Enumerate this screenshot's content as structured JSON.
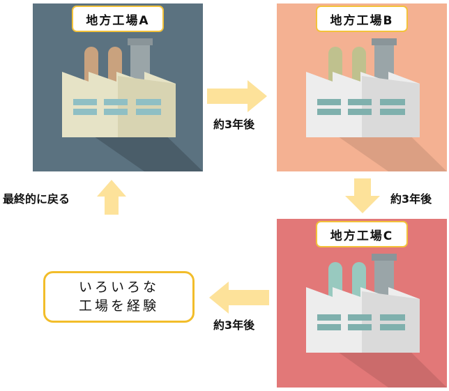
{
  "factories": [
    {
      "label": "地方工場A",
      "bg": "#5b7280",
      "chimney_colors": [
        "#c9a27e",
        "#c9a27e",
        "#9aa5a8"
      ],
      "building_color": "#e6e3c6"
    },
    {
      "label": "地方工場B",
      "bg": "#f4b192",
      "chimney_colors": [
        "#bfc18e",
        "#bfc18e",
        "#9aa5a8"
      ],
      "building_color": "#ededed"
    },
    {
      "label": "地方工場C",
      "bg": "#e27878",
      "chimney_colors": [
        "#98c9bf",
        "#98c9bf",
        "#9aa5a8"
      ],
      "building_color": "#ededed"
    }
  ],
  "captions": {
    "a_to_b": "約3年後",
    "b_to_c": "約3年後",
    "c_to_note": "約3年後",
    "return": "最終的に戻る"
  },
  "note": {
    "line1": "いろいろな",
    "line2": "工場を経験"
  },
  "colors": {
    "arrow": "#fde29a",
    "note_border": "#f2bd2a",
    "label_border": "#f3c23a"
  }
}
